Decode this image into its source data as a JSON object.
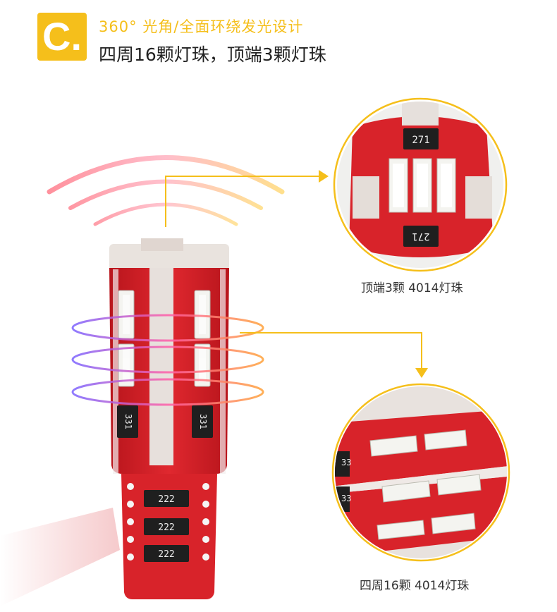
{
  "badge": {
    "letter": "C."
  },
  "headline": "360° 光角/全面环绕发光设计",
  "subline": "四周16颗灯珠，顶端3颗灯珠",
  "captions": {
    "top": "顶端3颗 4014灯珠",
    "bottom": "四周16颗 4014灯珠"
  },
  "labels": {
    "top_resistor_upper": "271",
    "top_resistor_lower": "271",
    "side_resistor_left": "331",
    "side_resistor_right": "331",
    "base_resistor_1": "222",
    "base_resistor_2": "222",
    "base_resistor_3": "222",
    "detail_resistor_a": "33",
    "detail_resistor_b": "33"
  },
  "colors": {
    "accent": "#f5bf1b",
    "pcb_red": "#d8232a",
    "led_white": "#f4f4f0"
  }
}
